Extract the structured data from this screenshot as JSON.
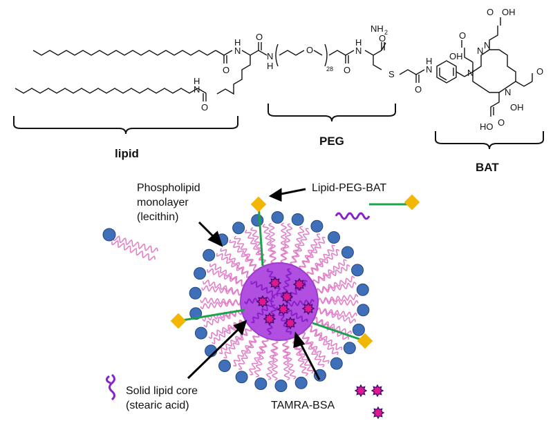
{
  "structure": {
    "atoms": {
      "N": "N",
      "H": "H",
      "O": "O",
      "S": "S",
      "NH2": "NH",
      "NH2_sub": "2",
      "OH": "OH",
      "HO": "HO",
      "repeat": "28"
    },
    "brackets": {
      "lipid": "lipid",
      "peg": "PEG",
      "bat": "BAT"
    }
  },
  "nanoparticle": {
    "labels": {
      "phospholipid_line1": "Phospholipid",
      "phospholipid_line2": "monolayer",
      "phospholipid_line3": "(lecithin)",
      "lipid_peg_bat": "Lipid-PEG-BAT",
      "core_line1": "Solid lipid core",
      "core_line2": "(stearic acid)",
      "tamra_bsa": "TAMRA-BSA"
    },
    "colors": {
      "lipid_tail": "#e27fc8",
      "head": "#3f6fb8",
      "peg": "#1aa34a",
      "bat": "#f2b705",
      "core": "#b14fe0",
      "core_wave": "#8a1fc9",
      "tamra": "#e0188f"
    }
  }
}
